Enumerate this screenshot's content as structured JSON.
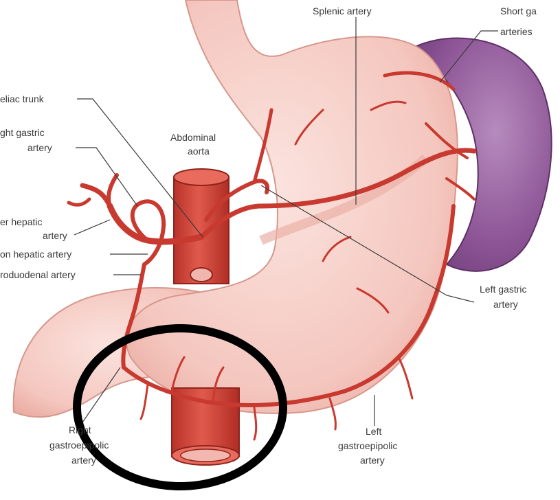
{
  "labels": {
    "splenic_artery": "Splenic artery",
    "short_gastric_line1": "Short ga",
    "short_gastric_line2": "arteries",
    "celiac_trunk": "eliac trunk",
    "right_gastric_line1": "ght gastric",
    "right_gastric_line2": "artery",
    "abdominal_aorta_line1": "Abdominal",
    "abdominal_aorta_line2": "aorta",
    "common_hepatic_line1": "er hepatic",
    "common_hepatic_line2": "artery",
    "proper_hepatic": "on hepatic artery",
    "gastroduodenal": "roduodenal artery",
    "left_gastric_line1": "Left gastric",
    "left_gastric_line2": "artery",
    "right_gastroepiploic_line1": "Right",
    "right_gastroepiploic_line2": "gastroepipolic",
    "right_gastroepiploic_line3": "artery",
    "left_gastroepiploic_line1": "Left",
    "left_gastroepiploic_line2": "gastroepipolic",
    "left_gastroepiploic_line3": "artery"
  },
  "colors": {
    "stomach_fill": "#f6cfc8",
    "stomach_shade": "#efb7ae",
    "artery": "#c8392f",
    "artery_dark": "#9e2a22",
    "spleen": "#8a4f93",
    "spleen_light": "#b689bd",
    "aorta": "#d6463a",
    "circle": "#000000",
    "label_text": "#3a3a3a",
    "leader_line": "#3a3a3a"
  },
  "annotation": {
    "type": "hand-drawn ellipse",
    "target": "right gastroepiploic artery region"
  }
}
